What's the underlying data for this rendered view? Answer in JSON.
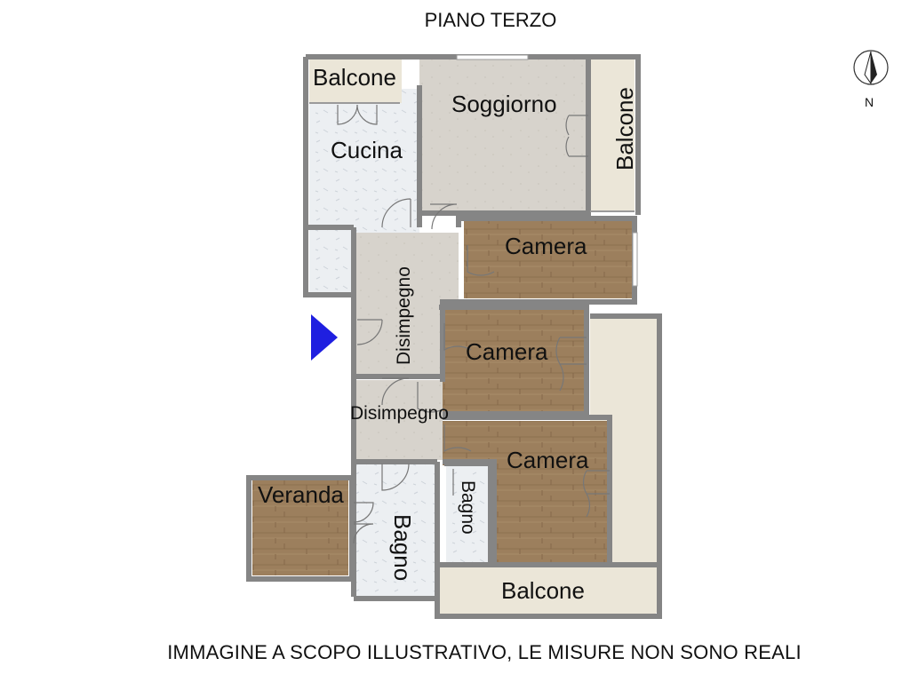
{
  "title": "PIANO TERZO",
  "footer": "IMMAGINE A SCOPO ILLUSTRATIVO, LE MISURE NON SONO REALI",
  "compass_label": "N",
  "rooms": {
    "balcone_top": "Balcone",
    "soggiorno": "Soggiorno",
    "balcone_right": "Balcone",
    "cucina": "Cucina",
    "disimpegno_upper": "Disimpegno",
    "camera_1": "Camera",
    "camera_2": "Camera",
    "disimpegno_lower": "Disimpegno",
    "camera_3": "Camera",
    "veranda": "Veranda",
    "bagno_1": "Bagno",
    "bagno_2": "Bagno",
    "balcone_bottom": "Balcone"
  },
  "colors": {
    "wall": "#8a8a8a",
    "wall_dark": "#6f6f6f",
    "wood": "#9c7f5d",
    "tile": "#e8ecef",
    "floor_grey": "#d7d3cc",
    "balcony": "#ebe6d8",
    "entrance_arrow": "#1f1fe0"
  }
}
